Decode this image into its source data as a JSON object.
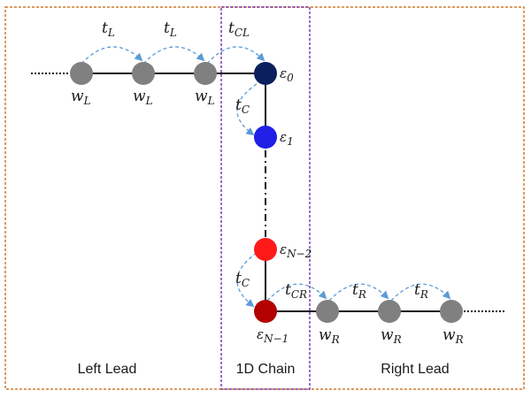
{
  "regions": {
    "left_lead": "Left Lead",
    "chain": "1D Chain",
    "right_lead": "Right Lead"
  },
  "colors": {
    "outer_border": "#d07a2e",
    "chain_border": "#7a3fb5",
    "hop_arrow": "#5b9bd5",
    "lead_site": "#808080",
    "eps0": "#0a1f5c",
    "eps1": "#1f1fe6",
    "epsN2": "#ff1a1a",
    "epsN1": "#b30000",
    "bond": "#111111"
  },
  "left_lead": {
    "sites": [
      {
        "w": "w",
        "sub": "L"
      },
      {
        "w": "w",
        "sub": "L"
      },
      {
        "w": "w",
        "sub": "L"
      }
    ],
    "hops": [
      {
        "t": "t",
        "sub": "L"
      },
      {
        "t": "t",
        "sub": "L"
      }
    ],
    "coupling": {
      "t": "t",
      "sub": "CL"
    }
  },
  "chain": {
    "sites": [
      {
        "e": "ε",
        "sub": "0"
      },
      {
        "e": "ε",
        "sub": "1"
      },
      {
        "e": "ε",
        "sub": "N−2"
      },
      {
        "e": "ε",
        "sub": "N−1"
      }
    ],
    "hops": [
      {
        "t": "t",
        "sub": "C"
      },
      {
        "t": "t",
        "sub": "C"
      }
    ]
  },
  "right_lead": {
    "coupling": {
      "t": "t",
      "sub": "CR"
    },
    "sites": [
      {
        "w": "w",
        "sub": "R"
      },
      {
        "w": "w",
        "sub": "R"
      },
      {
        "w": "w",
        "sub": "R"
      }
    ],
    "hops": [
      {
        "t": "t",
        "sub": "R"
      },
      {
        "t": "t",
        "sub": "R"
      }
    ]
  }
}
